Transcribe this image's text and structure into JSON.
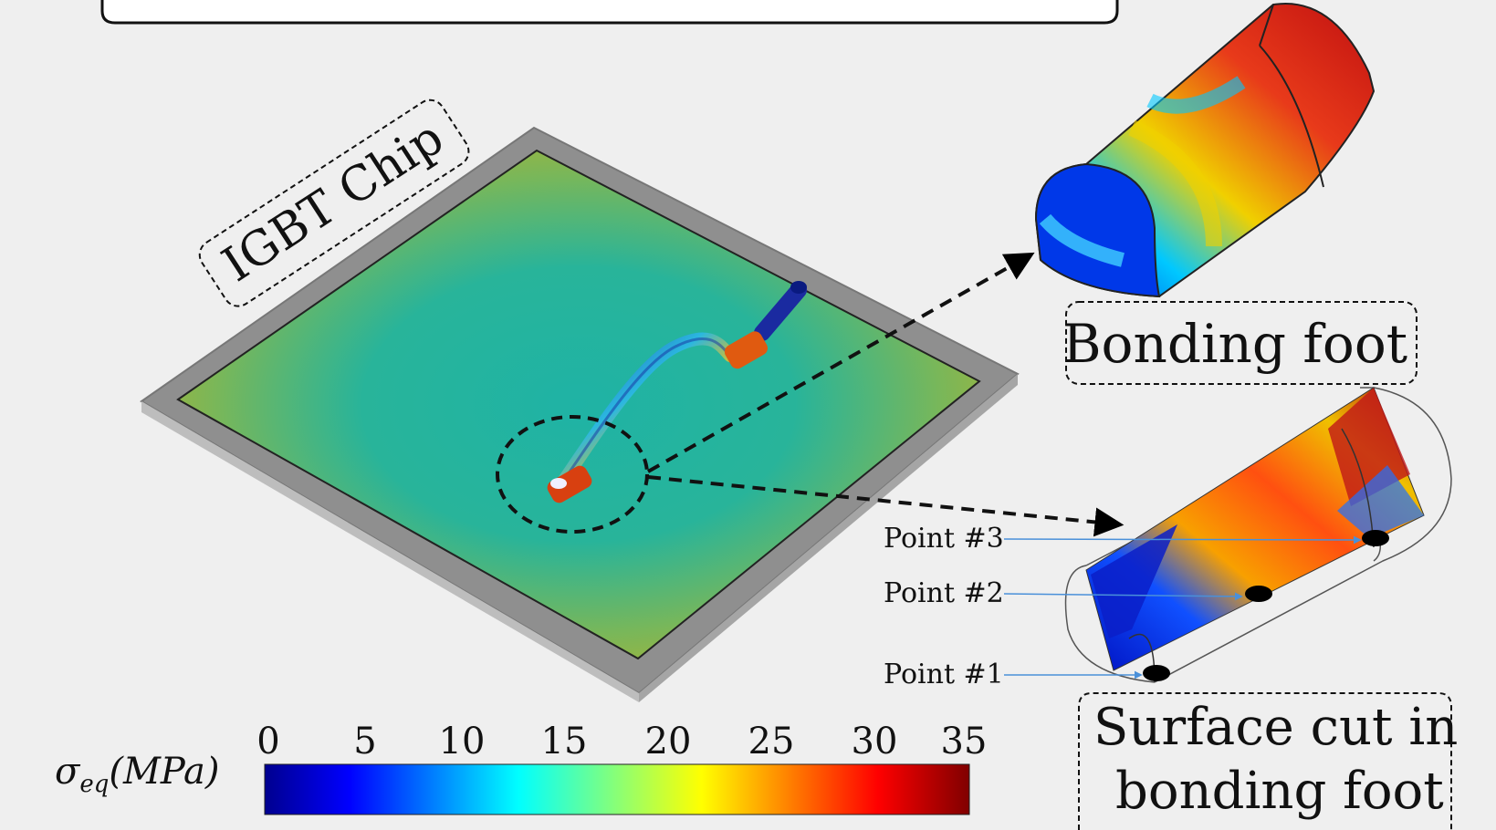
{
  "labels": {
    "chip": "IGBT Chip",
    "foot": "Bonding foot",
    "surface_cut_line1": "Surface cut in",
    "surface_cut_line2": "bonding foot"
  },
  "points": [
    "Point #3",
    "Point #2",
    "Point #1"
  ],
  "colorbar": {
    "label": "σ_eq(MPa)",
    "ticks": [
      "0",
      "5",
      "10",
      "15",
      "20",
      "25",
      "30",
      "35"
    ],
    "min": 0,
    "max": 35,
    "colormap": "jet"
  },
  "colors": {
    "background": "#efefef",
    "chip_field_center": "#22b39e",
    "chip_field_edge": "#b3b331",
    "frame": "#909090"
  }
}
